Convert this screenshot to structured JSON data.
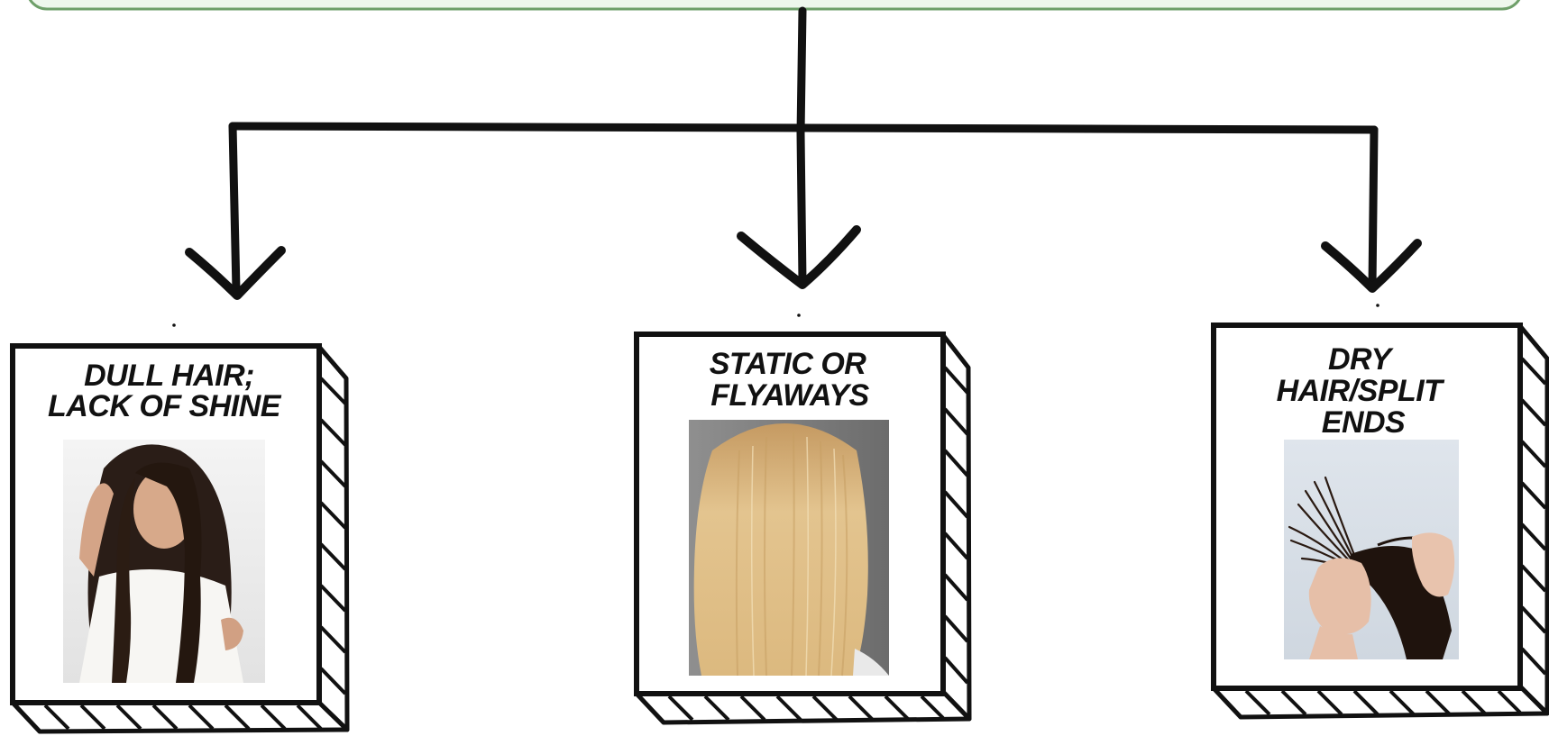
{
  "colors": {
    "banner_fill": "#eef7ec",
    "banner_border": "#6e9f69",
    "ink": "#111111"
  },
  "cards": [
    {
      "caption_lines": [
        "DULL HAIR;",
        "LACK OF SHINE"
      ],
      "photo": "woman-with-long-dark-hair"
    },
    {
      "caption_lines": [
        "STATIC OR",
        "FLYAWAYS"
      ],
      "photo": "long-blonde-hair-back-view"
    },
    {
      "caption_lines": [
        "DRY",
        "HAIR/SPLIT",
        "ENDS"
      ],
      "photo": "hands-holding-split-hair-ends"
    }
  ]
}
